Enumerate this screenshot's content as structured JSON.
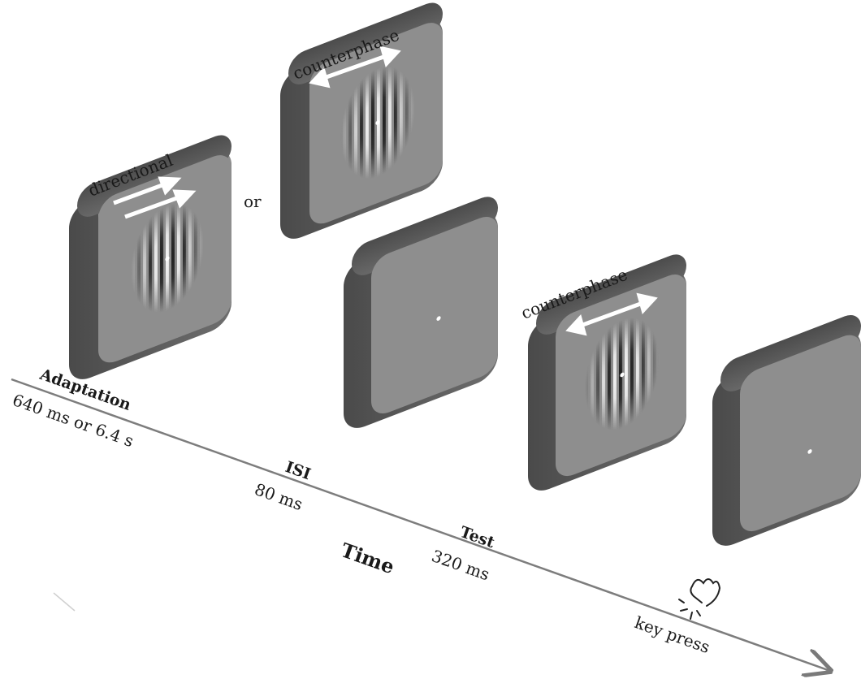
{
  "stimuli": {
    "directional_label": "directional",
    "or_label": "or",
    "counterphase_label_top": "counterphase",
    "counterphase_label_test": "counterphase"
  },
  "timeline": {
    "axis_label": "Time",
    "phases": [
      {
        "name": "Adaptation",
        "duration": "640 ms or 6.4 s"
      },
      {
        "name": "ISI",
        "duration": "80 ms"
      },
      {
        "name": "Test",
        "duration": "320 ms"
      }
    ],
    "response_label": "key press"
  },
  "colors": {
    "screen_face": "#8f8f8f",
    "screen_side": "#5c5c5c",
    "axis": "#7a7a7a",
    "arrow": "#ffffff"
  }
}
